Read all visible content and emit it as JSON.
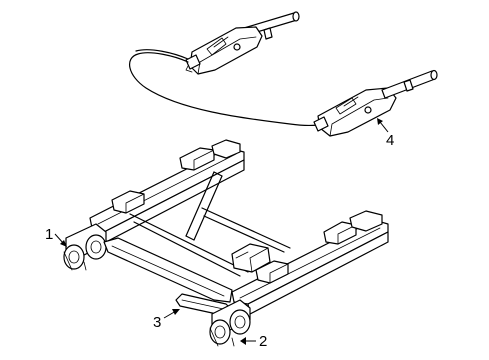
{
  "callouts": [
    {
      "id": "1",
      "label": "1"
    },
    {
      "id": "2",
      "label": "2"
    },
    {
      "id": "3",
      "label": "3"
    },
    {
      "id": "4",
      "label": "4"
    }
  ],
  "parts": {
    "cable": "adjuster-cable",
    "track_left": "seat-track-left",
    "track_right": "seat-track-right",
    "lever": "release-lever"
  }
}
